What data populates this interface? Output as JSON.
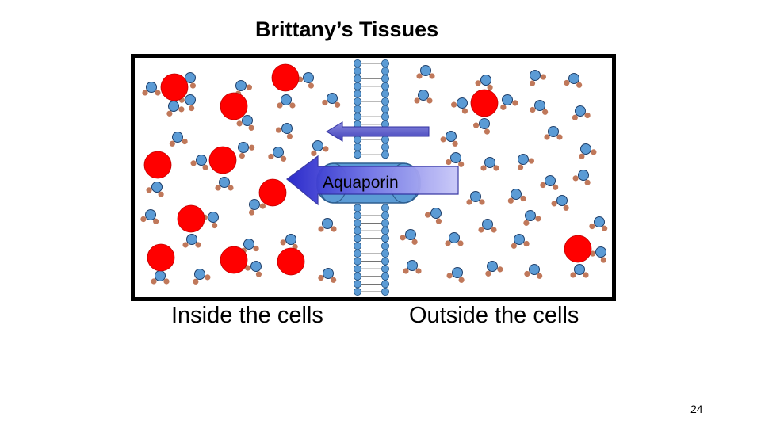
{
  "title": "Brittany’s Tissues",
  "labels": {
    "inside": "Inside the cells",
    "outside": "Outside the cells",
    "channel": "Aquaporin"
  },
  "page_number": "24",
  "colors": {
    "solute": "#ff0000",
    "oxygen": "#5b9bd5",
    "hydrogen": "#c0785a",
    "membrane_head": "#5b9bd5",
    "arrow_fill": "#3b3bd8",
    "chamber_border": "#000000"
  },
  "icons": {
    "solute": "red-solute-particle",
    "water": "water-molecule-icon",
    "channel": "aquaporin-channel-icon",
    "arrow": "arrow-left-icon"
  }
}
